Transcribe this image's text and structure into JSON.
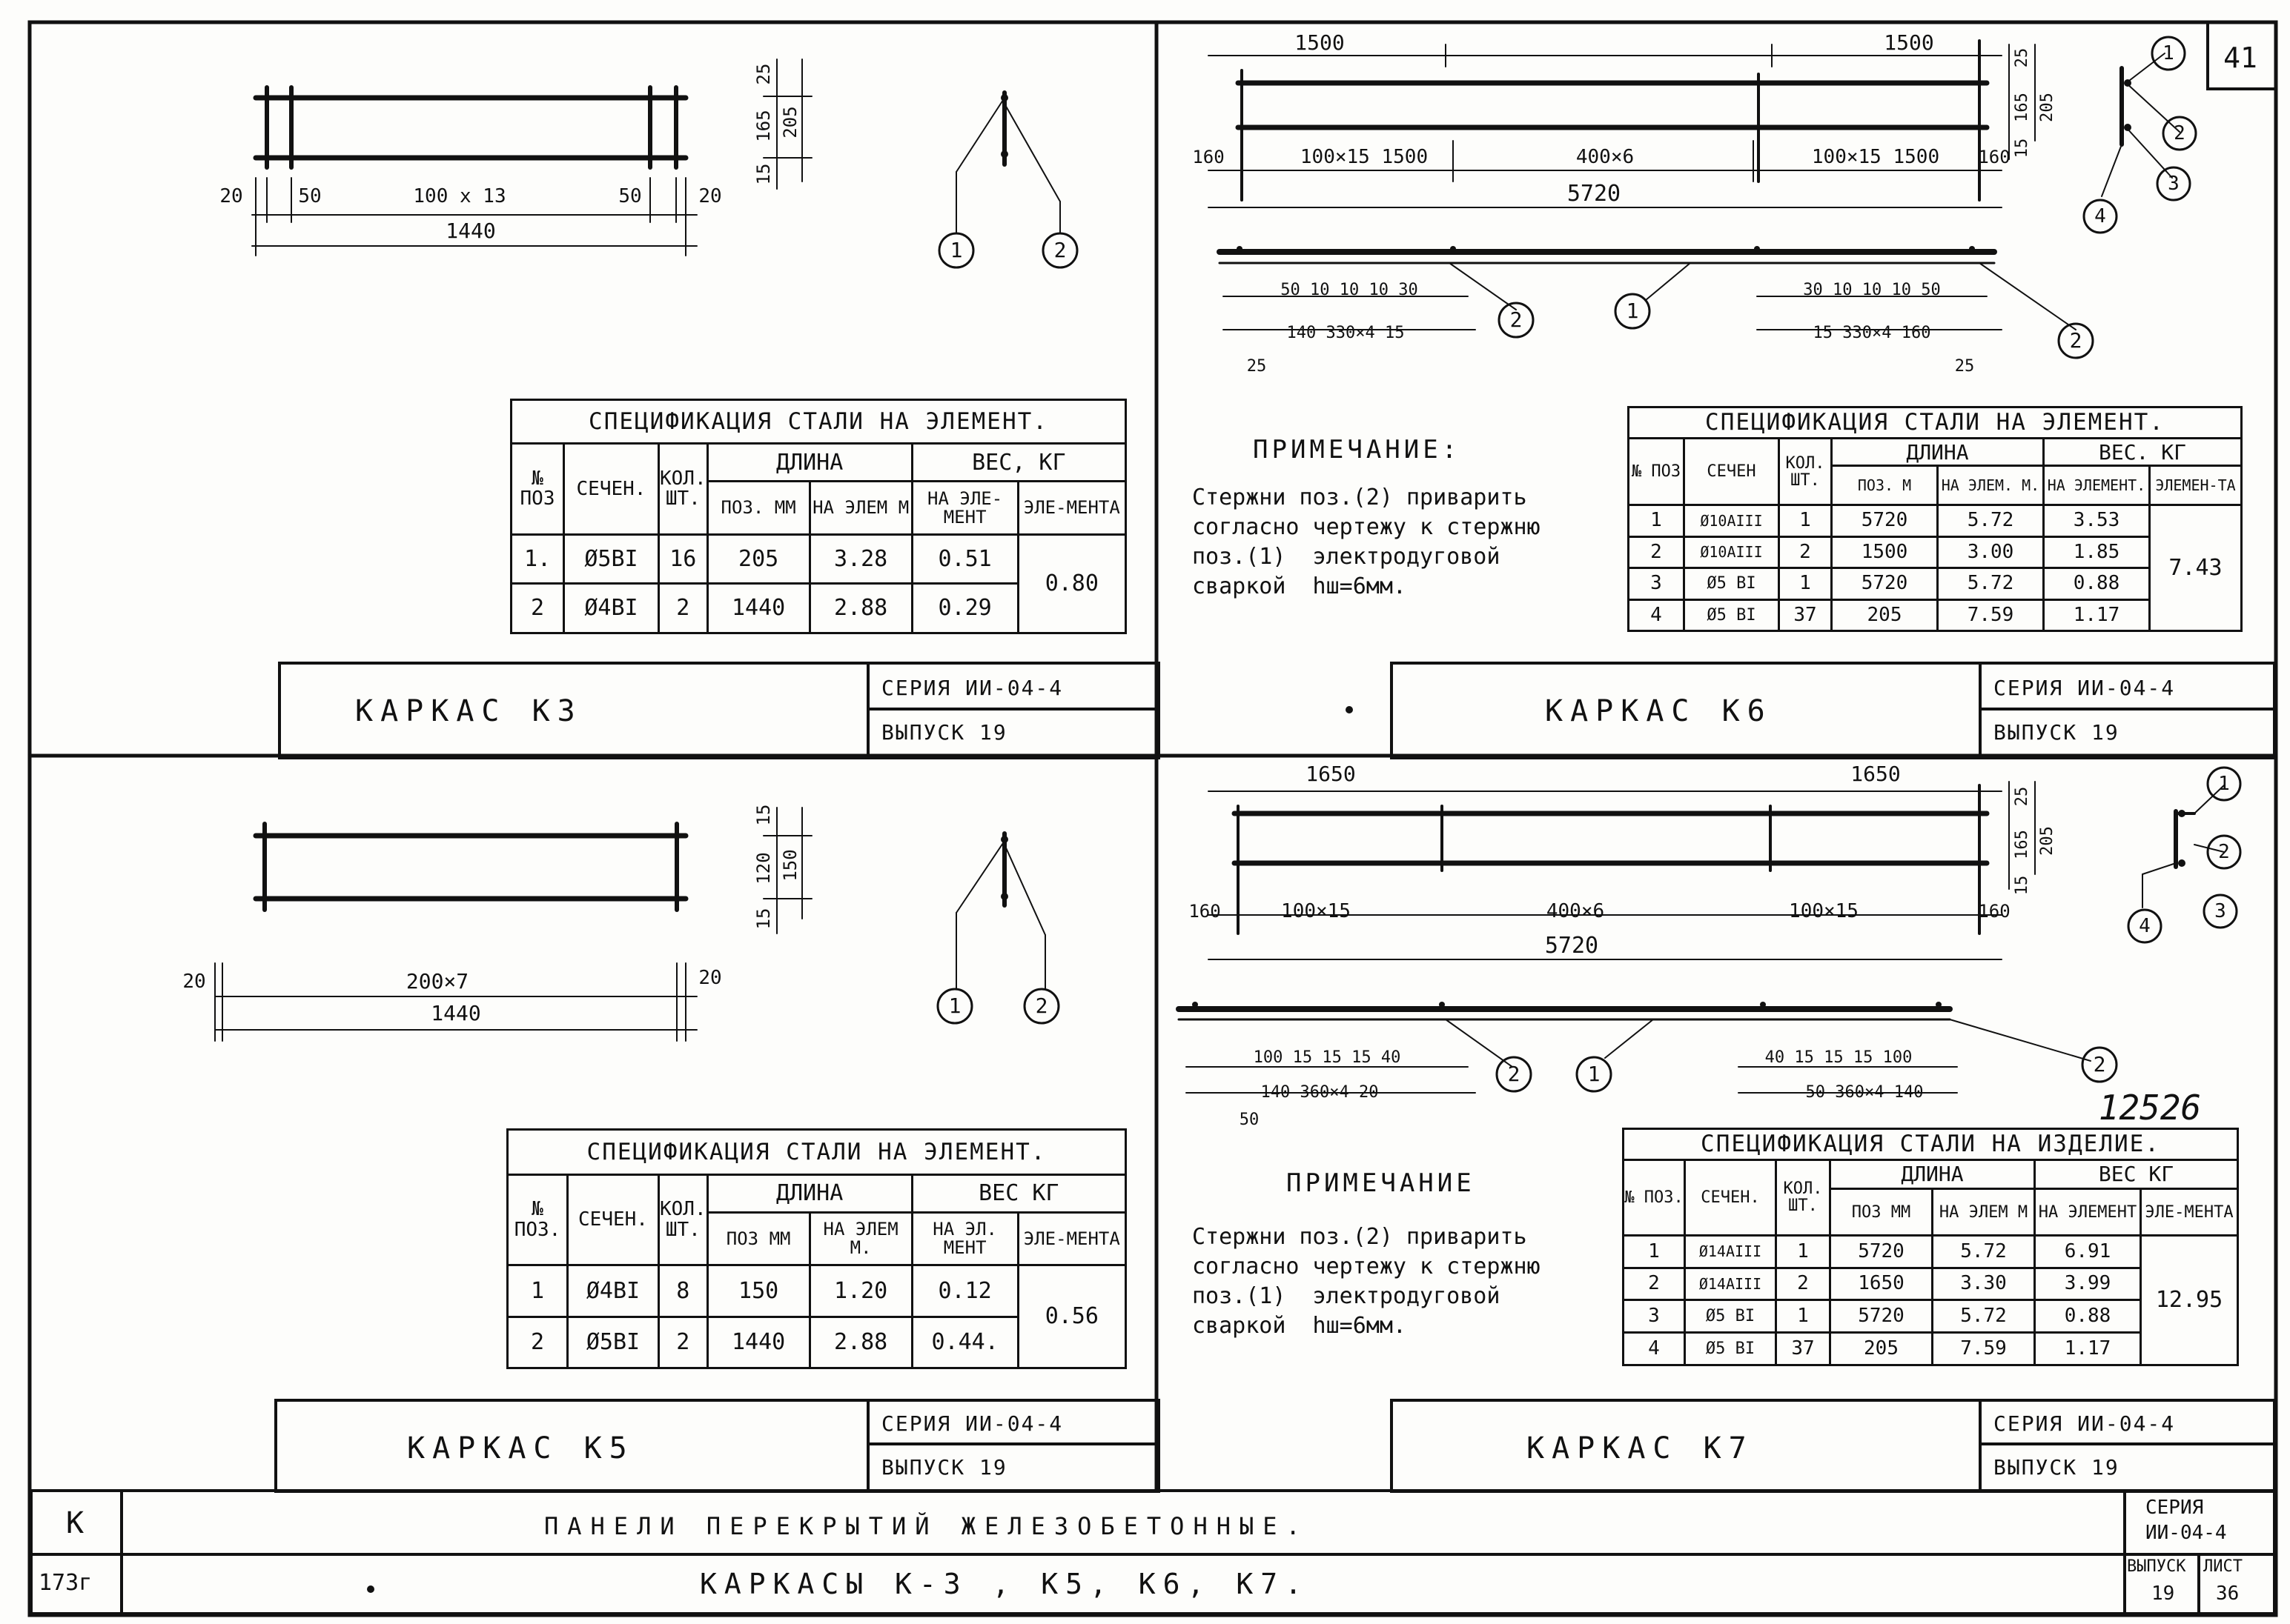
{
  "sheet_number": "41",
  "panels": {
    "k3": {
      "dims": {
        "seg1": "20",
        "seg2": "50",
        "seg3": "100 x 13",
        "seg4": "50",
        "seg5": "20",
        "total": "1440",
        "v1": "25",
        "v2": "165",
        "v3": "15",
        "v4": "205"
      },
      "callouts": [
        "1",
        "2"
      ],
      "spec": {
        "caption": "СПЕЦИФИКАЦИЯ СТАЛИ НА ЭЛЕМЕНТ.",
        "h_no": "№ ПОЗ",
        "h_sec": "СЕЧЕН.",
        "h_qty": "КОЛ. ШТ.",
        "h_len": "ДЛИНА",
        "h_wt": "ВЕС, КГ",
        "h_len_pos": "ПОЗ. ММ",
        "h_len_el": "НА ЭЛЕМ М",
        "h_wt_el": "НА ЭЛЕ-МЕНТ",
        "h_wt_tot": "ЭЛЕ-МЕНТА",
        "rows": [
          {
            "no": "1.",
            "sec": "Ø5BI",
            "qty": "16",
            "mm": "205",
            "m": "3.28",
            "kg": "0.51"
          },
          {
            "no": "2",
            "sec": "Ø4BI",
            "qty": "2",
            "mm": "1440",
            "m": "2.88",
            "kg": "0.29"
          }
        ],
        "total": "0.80"
      },
      "title": "КАРКАС  К3",
      "series_label": "СЕРИЯ  ИИ-04-4",
      "issue_label": "ВЫПУСК  19"
    },
    "k5": {
      "dims": {
        "seg1": "20",
        "seg3": "200×7",
        "seg5": "20",
        "total": "1440",
        "v1": "15",
        "v2": "120",
        "v3": "15",
        "v4": "150"
      },
      "callouts": [
        "1",
        "2"
      ],
      "spec": {
        "caption": "СПЕЦИФИКАЦИЯ СТАЛИ НА ЭЛЕМЕНТ.",
        "h_no": "№ ПОЗ.",
        "h_sec": "СЕЧЕН.",
        "h_qty": "КОЛ. ШТ.",
        "h_len": "ДЛИНА",
        "h_wt": "ВЕС  КГ",
        "h_len_pos": "ПОЗ ММ",
        "h_len_el": "НА ЭЛЕМ М.",
        "h_wt_el": "НА ЭЛ. МЕНТ",
        "h_wt_tot": "ЭЛЕ-МЕНТА",
        "rows": [
          {
            "no": "1",
            "sec": "Ø4BI",
            "qty": "8",
            "mm": "150",
            "m": "1.20",
            "kg": "0.12"
          },
          {
            "no": "2",
            "sec": "Ø5BI",
            "qty": "2",
            "mm": "1440",
            "m": "2.88",
            "kg": "0.44."
          }
        ],
        "total": "0.56"
      },
      "title": "КАРКАС  К5",
      "series_label": "СЕРИЯ  ИИ-04-4",
      "issue_label": "ВЫПУСК  19"
    },
    "k6": {
      "dims": {
        "top_left": "1500",
        "top_right": "1500",
        "b1": "160",
        "b2": "100×15  1500",
        "b3": "400×6",
        "b4": "100×15  1500",
        "b5": "160",
        "total": "5720",
        "v1": "25",
        "v2": "165",
        "v3": "15",
        "v4": "205",
        "d_left_a": "50  10  10  10  30",
        "d_left_b": "140   330×4   15",
        "d_left_c": "25",
        "d_right_a": "30  10  10  10  50",
        "d_right_b": "15   330×4   160",
        "d_right_c": "25"
      },
      "callouts": [
        "1",
        "2",
        "3",
        "4"
      ],
      "note_title": "ПРИМЕЧАНИЕ:",
      "note_text": "Стержни поз.(2) приварить\nсогласно чертежу к стержню\nпоз.(1)  электродуговой\nсваркой  hш=6мм.",
      "spec": {
        "caption": "СПЕЦИФИКАЦИЯ  СТАЛИ  НА ЭЛЕМЕНТ.",
        "h_no": "№ ПОЗ",
        "h_sec": "СЕЧЕН",
        "h_qty": "КОЛ. ШТ.",
        "h_len": "ДЛИНА",
        "h_wt": "ВЕС.  КГ",
        "h_len_pos": "ПОЗ. М",
        "h_len_el": "НА ЭЛЕМ. М.",
        "h_wt_el": "НА ЭЛЕМЕНТ.",
        "h_wt_tot": "ЭЛЕМЕН-ТА",
        "rows": [
          {
            "no": "1",
            "sec": "Ø10AIII",
            "qty": "1",
            "mm": "5720",
            "m": "5.72",
            "kg": "3.53"
          },
          {
            "no": "2",
            "sec": "Ø10AIII",
            "qty": "2",
            "mm": "1500",
            "m": "3.00",
            "kg": "1.85"
          },
          {
            "no": "3",
            "sec": "Ø5 BI",
            "qty": "1",
            "mm": "5720",
            "m": "5.72",
            "kg": "0.88"
          },
          {
            "no": "4",
            "sec": "Ø5 BI",
            "qty": "37",
            "mm": "205",
            "m": "7.59",
            "kg": "1.17"
          }
        ],
        "total": "7.43"
      },
      "title": "КАРКАС  К6",
      "series_label": "СЕРИЯ  ИИ-04-4",
      "issue_label": "ВЫПУСК  19"
    },
    "k7": {
      "dims": {
        "top_left": "1650",
        "top_right": "1650",
        "b1": "160",
        "b2": "100×15",
        "b3": "400×6",
        "b4": "100×15",
        "b5": "160",
        "total": "5720",
        "v1": "25",
        "v2": "165",
        "v3": "15",
        "v4": "205",
        "d_left_a": "100  15  15  15  40",
        "d_left_b": "140   360×4   20",
        "d_left_c": "50",
        "d_right_a": "40  15  15  15  100",
        "d_right_b": "50   360×4   140"
      },
      "callouts": [
        "1",
        "2",
        "3",
        "4"
      ],
      "stamp": "12526",
      "note_title": "ПРИМЕЧАНИЕ",
      "note_text": "Стержни поз.(2) приварить\nсогласно чертежу к стержню\nпоз.(1)  электродуговой\nсваркой  hш=6мм.",
      "spec": {
        "caption": "СПЕЦИФИКАЦИЯ  СТАЛИ НА ИЗДЕЛИЕ.",
        "h_no": "№ ПОЗ.",
        "h_sec": "СЕЧЕН.",
        "h_qty": "КОЛ. ШТ.",
        "h_len": "ДЛИНА",
        "h_wt": "ВЕС  КГ",
        "h_len_pos": "ПОЗ ММ",
        "h_len_el": "НА ЭЛЕМ М",
        "h_wt_el": "НА ЭЛЕМЕНТ",
        "h_wt_tot": "ЭЛЕ-МЕНТА",
        "rows": [
          {
            "no": "1",
            "sec": "Ø14AIII",
            "qty": "1",
            "mm": "5720",
            "m": "5.72",
            "kg": "6.91"
          },
          {
            "no": "2",
            "sec": "Ø14AIII",
            "qty": "2",
            "mm": "1650",
            "m": "3.30",
            "kg": "3.99"
          },
          {
            "no": "3",
            "sec": "Ø5 BI",
            "qty": "1",
            "mm": "5720",
            "m": "5.72",
            "kg": "0.88"
          },
          {
            "no": "4",
            "sec": "Ø5 BI",
            "qty": "37",
            "mm": "205",
            "m": "7.59",
            "kg": "1.17"
          }
        ],
        "total": "12.95"
      },
      "title": "КАРКАС  К7",
      "series_label": "СЕРИЯ  ИИ-04-4",
      "issue_label": "ВЫПУСК  19"
    }
  },
  "bottom": {
    "left_top": "К",
    "left_bottom": "173г",
    "line1": "ПАНЕЛИ  ПЕРЕКРЫТИЙ  ЖЕЛЕЗОБЕТОННЫЕ.",
    "line2": "КАРКАСЫ   К-3 ,  К5,  К6,  К7.",
    "series_label": "СЕРИЯ",
    "series_value": "ИИ-04-4",
    "issue_label": "ВЫПУСК",
    "issue_value": "19",
    "sheet_label": "ЛИСТ",
    "sheet_value": "36"
  }
}
